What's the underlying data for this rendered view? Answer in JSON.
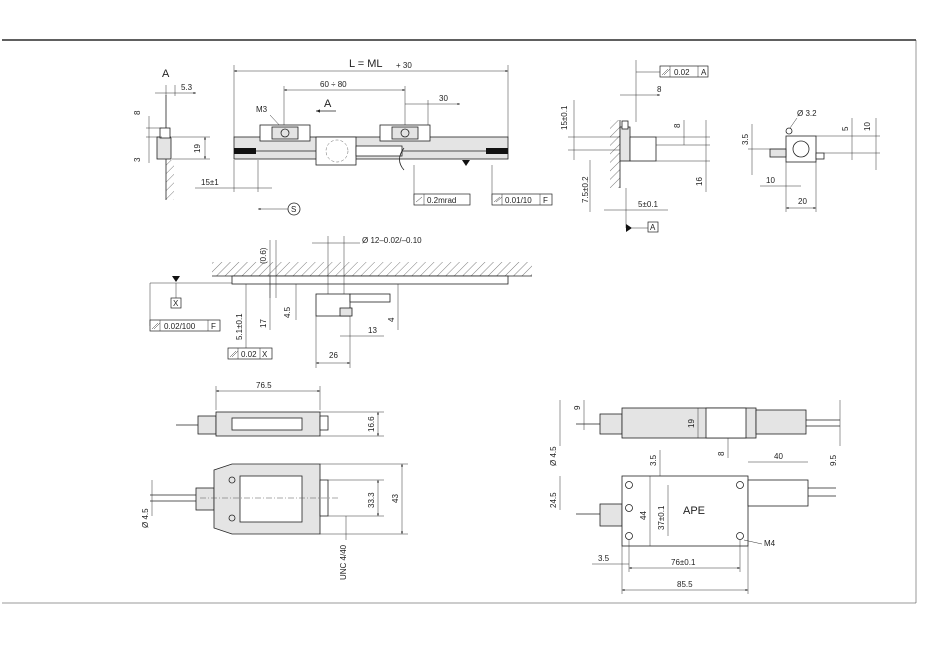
{
  "labels": {
    "length": "L = ML",
    "length_suffix": "+ 30",
    "view_a1": "A",
    "view_a2": "A",
    "m3": "M3",
    "apertures": "60 ÷ 80",
    "d30": "30",
    "d53": "5.3",
    "d8a": "8",
    "d3": "3",
    "d19a": "19",
    "d15pm1": "15±1",
    "s_circle": "S",
    "fcf_02mrad": "0.2mrad",
    "fcf_001_10": "0.01/10",
    "fcf_001_ref": "F",
    "top_fcf": "0.02",
    "top_fcf_ref": "A",
    "d8b": "8",
    "d15pm01": "15±0.1",
    "d8c": "8",
    "d16": "16",
    "d75pm02": "7.5±0.2",
    "d5pm01": "5±0.1",
    "datum_a": "A",
    "d32": "Ø 3.2",
    "d35a": "3.5",
    "d5": "5",
    "d10a": "10",
    "d10b": "10",
    "d20": "20",
    "d06": "(0.6)",
    "dia12": "Ø 12–0.02/–0.10",
    "datum_x": "X",
    "fcf_002_100": "0.02/100",
    "fcf_002_100_ref": "F",
    "d51pm01": "5.1±0.1",
    "d17": "17",
    "d45a": "4.5",
    "d4": "4",
    "d13": "13",
    "fcf_002x": "0.02",
    "fcf_002x_ref": "X",
    "d26": "26",
    "d765": "76.5",
    "d166": "16.6",
    "dia45a": "Ø 4.5",
    "d333": "33.3",
    "d43": "43",
    "unc": "UNC 4/40",
    "dia45b": "Ø 4.5",
    "d9a": "9",
    "d19b": "19",
    "d8d": "8",
    "d95": "9.5",
    "d35b": "3.5",
    "d40": "40",
    "d245": "24.5",
    "d44": "44",
    "d37pm01": "37±0.1",
    "ape": "APE",
    "m4": "M4",
    "d35c": "3.5",
    "d76pm01": "76±0.1",
    "d855": "85.5"
  }
}
